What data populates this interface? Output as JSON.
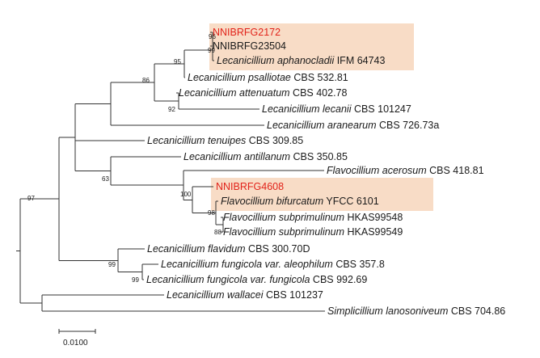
{
  "tree": {
    "leaves": [
      {
        "id": "L1",
        "genus": "",
        "rest": "NNIBRFG2172",
        "highlight": true
      },
      {
        "id": "L2",
        "genus": "",
        "rest": "NNIBRFG23504",
        "highlight": false
      },
      {
        "id": "L3",
        "genus": "Lecanicillium aphanocladii",
        "rest": " IFM 64743",
        "highlight": false
      },
      {
        "id": "L4",
        "genus": "Lecanicillium psalliotae",
        "rest": " CBS 532.81",
        "highlight": false
      },
      {
        "id": "L5",
        "genus": "Lecanicillium attenuatum",
        "rest": " CBS 402.78",
        "highlight": false
      },
      {
        "id": "L6",
        "genus": "Lecanicillium lecanii",
        "rest": " CBS 101247",
        "highlight": false
      },
      {
        "id": "L7",
        "genus": "Lecanicillium aranearum",
        "rest": " CBS 726.73a",
        "highlight": false
      },
      {
        "id": "L8",
        "genus": "Lecanicillium tenuipes",
        "rest": " CBS 309.85",
        "highlight": false
      },
      {
        "id": "L9",
        "genus": "Lecanicillium antillanum",
        "rest": " CBS 350.85",
        "highlight": false
      },
      {
        "id": "L10",
        "genus": "Flavocillium acerosum",
        "rest": " CBS 418.81",
        "highlight": false
      },
      {
        "id": "L11",
        "genus": "",
        "rest": "NNIBRFG4608",
        "highlight": true
      },
      {
        "id": "L12",
        "genus": "Flavocillium bifurcatum",
        "rest": " YFCC 6101",
        "highlight": false
      },
      {
        "id": "L13",
        "genus": "Flavocillium subprimulinum",
        "rest": " HKAS99548",
        "highlight": false
      },
      {
        "id": "L14",
        "genus": "Flavocillium subprimulinum",
        "rest": " HKAS99549",
        "highlight": false
      },
      {
        "id": "L15",
        "genus": "Lecanicillium flavidum",
        "rest": " CBS 300.70D",
        "highlight": false
      },
      {
        "id": "L16",
        "genus": "Lecanicillium fungicola var. aleophilum",
        "rest": " CBS 357.8",
        "highlight": false
      },
      {
        "id": "L17",
        "genus": "Lecanicillium fungicola var. fungicola",
        "rest": " CBS 992.69",
        "highlight": false
      },
      {
        "id": "L18",
        "genus": "Lecanicillium wallacei",
        "rest": " CBS 101237",
        "highlight": false
      },
      {
        "id": "L19",
        "genus": "Simplicillium lanosoniveum",
        "rest": " CBS 704.86",
        "highlight": false
      }
    ],
    "bootstraps": [
      {
        "node": "n96",
        "value": "96"
      },
      {
        "node": "n99a",
        "value": "99"
      },
      {
        "node": "n95",
        "value": "95"
      },
      {
        "node": "n86",
        "value": "86"
      },
      {
        "node": "n92",
        "value": "92"
      },
      {
        "node": "n63",
        "value": "63"
      },
      {
        "node": "n100",
        "value": "100"
      },
      {
        "node": "n98",
        "value": "98"
      },
      {
        "node": "n88",
        "value": "88"
      },
      {
        "node": "n99b",
        "value": "99"
      },
      {
        "node": "n99c",
        "value": "99"
      },
      {
        "node": "n97",
        "value": "97"
      }
    ],
    "scale_bar": {
      "label": "0.0100",
      "length": 0.01
    },
    "highlight_color": "#f8dcc6",
    "highlight_text_color": "#e2231a"
  }
}
